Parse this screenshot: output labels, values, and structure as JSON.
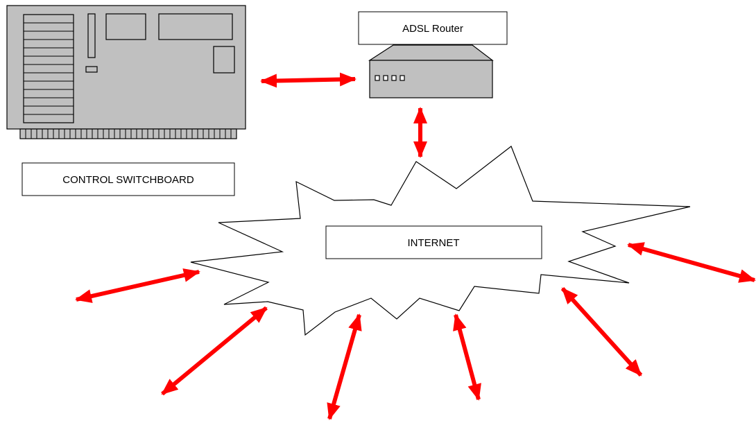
{
  "labels": {
    "control_switchboard": "CONTROL SWITCHBOARD",
    "router": "ADSL Router",
    "internet": "INTERNET"
  },
  "colors": {
    "arrow": "#ff0000",
    "device_fill": "#c0c0c0",
    "stroke": "#000000",
    "background": "#ffffff"
  },
  "icons": {
    "switchboard": "switchboard-chassis-icon",
    "router": "router-box-icon",
    "internet": "internet-starburst-shape"
  }
}
